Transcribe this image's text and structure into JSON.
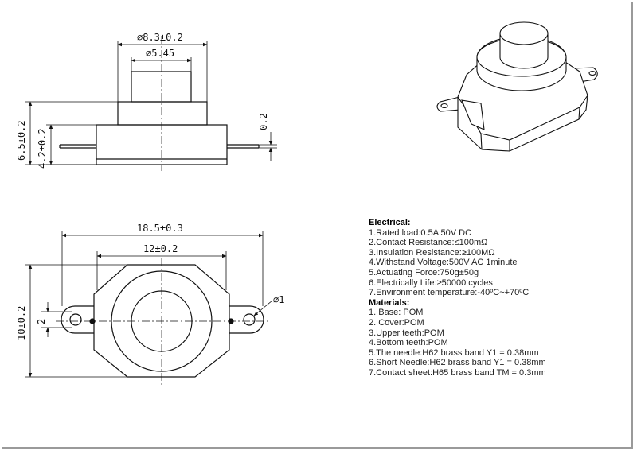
{
  "dimensions": {
    "top_outer_diameter": "⌀8.3±0.2",
    "top_inner_diameter": "⌀5.45",
    "total_height": "6.5±0.2",
    "body_height": "4.2±0.2",
    "tab_thickness": "0.2",
    "overall_width": "18.5±0.3",
    "body_width": "12±0.2",
    "body_depth": "10±0.2",
    "pin_spacing": "2",
    "hole_diameter": "⌀1"
  },
  "specs": {
    "electrical_heading": "Electrical:",
    "electrical": [
      "1.Rated load:0.5A 50V DC",
      "2.Contact Resistance:≤100mΩ",
      "3.Insulation Resistance:≥100MΩ",
      "4.Withstand Voltage:500V AC 1minute",
      "5.Actuating Force:750g±50g",
      "6.Electrically Life:≥50000 cycles",
      "7.Environment temperature:-40ºC~+70ºC"
    ],
    "materials_heading": "Materials:",
    "materials": [
      "1. Base: POM",
      "2. Cover:POM",
      "3.Upper teeth:POM",
      "4.Bottom teeth:POM",
      "5.The needle:H62 brass band Y1 = 0.38mm",
      "6.Short Needle:H62 brass band Y1 = 0.38mm",
      "7.Contact sheet:H65 brass band TM = 0.3mm"
    ]
  }
}
